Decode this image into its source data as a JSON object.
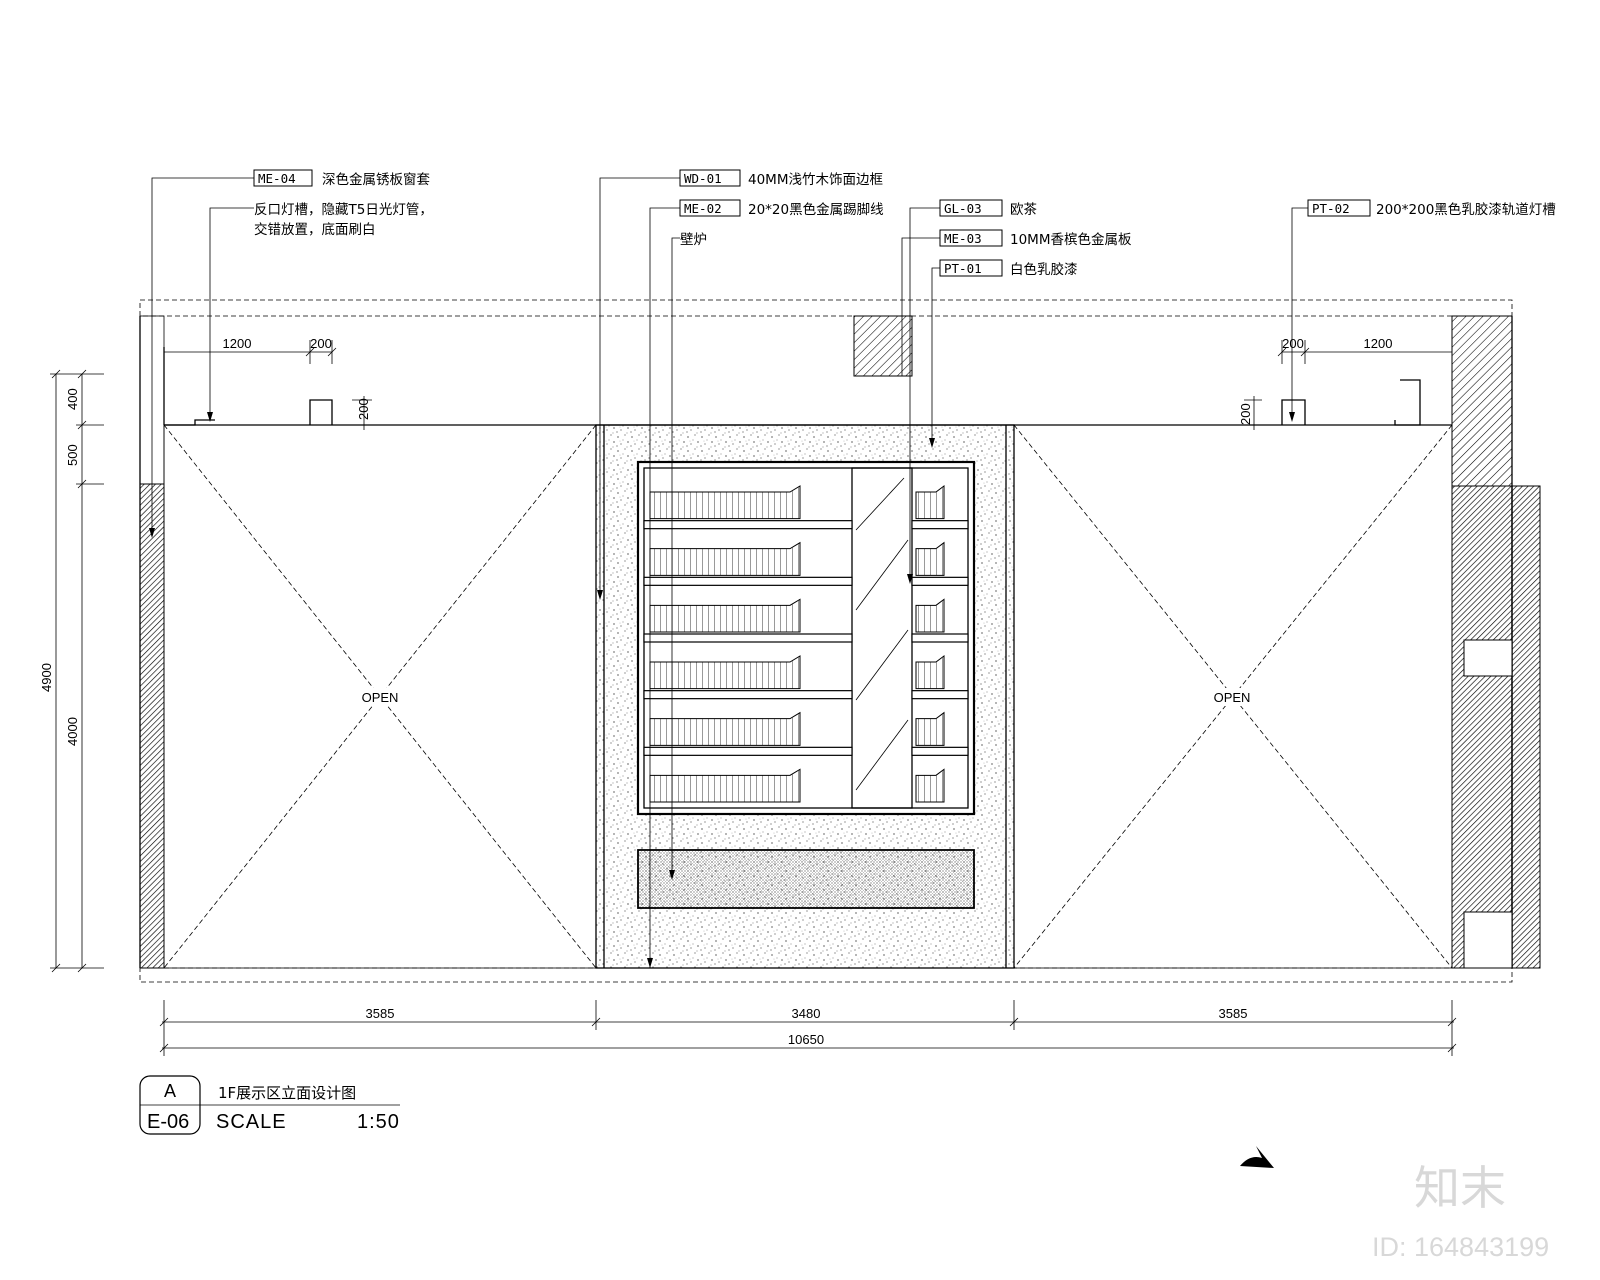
{
  "tags": [
    {
      "code": "ME-04",
      "desc": "深色金属锈板窗套"
    },
    {
      "code": "WD-01",
      "desc": "40MM浅竹木饰面边框"
    },
    {
      "code": "ME-02",
      "desc": "20*20黑色金属踢脚线"
    },
    {
      "code": "GL-03",
      "desc": "欧茶"
    },
    {
      "code": "ME-03",
      "desc": "10MM香槟色金属板"
    },
    {
      "code": "PT-01",
      "desc": "白色乳胶漆"
    },
    {
      "code": "PT-02",
      "desc": "200*200黑色乳胶漆轨道灯槽"
    }
  ],
  "notes": {
    "light_slot_line1": "反口灯槽，隐藏T5日光灯管，",
    "light_slot_line2": "交错放置，底面刷白",
    "fireplace": "壁炉"
  },
  "dimensions": {
    "left_1200": "1200",
    "left_200": "200",
    "left_200_vert": "200",
    "right_200": "200",
    "right_1200": "1200",
    "right_200_vert": "200",
    "v_400": "400",
    "v_500": "500",
    "v_4000": "4000",
    "v_4900": "4900",
    "h_left": "3585",
    "h_center": "3480",
    "h_right": "3585",
    "h_total": "10650"
  },
  "openings": {
    "left_label": "OPEN",
    "right_label": "OPEN"
  },
  "title_block": {
    "detail_letter": "A",
    "sheet": "E-06",
    "title": "1F展示区立面设计图",
    "scale_label": "SCALE",
    "scale_value": "1:50"
  },
  "watermark": {
    "brand": "知末",
    "id_text": "ID: 164843199"
  }
}
